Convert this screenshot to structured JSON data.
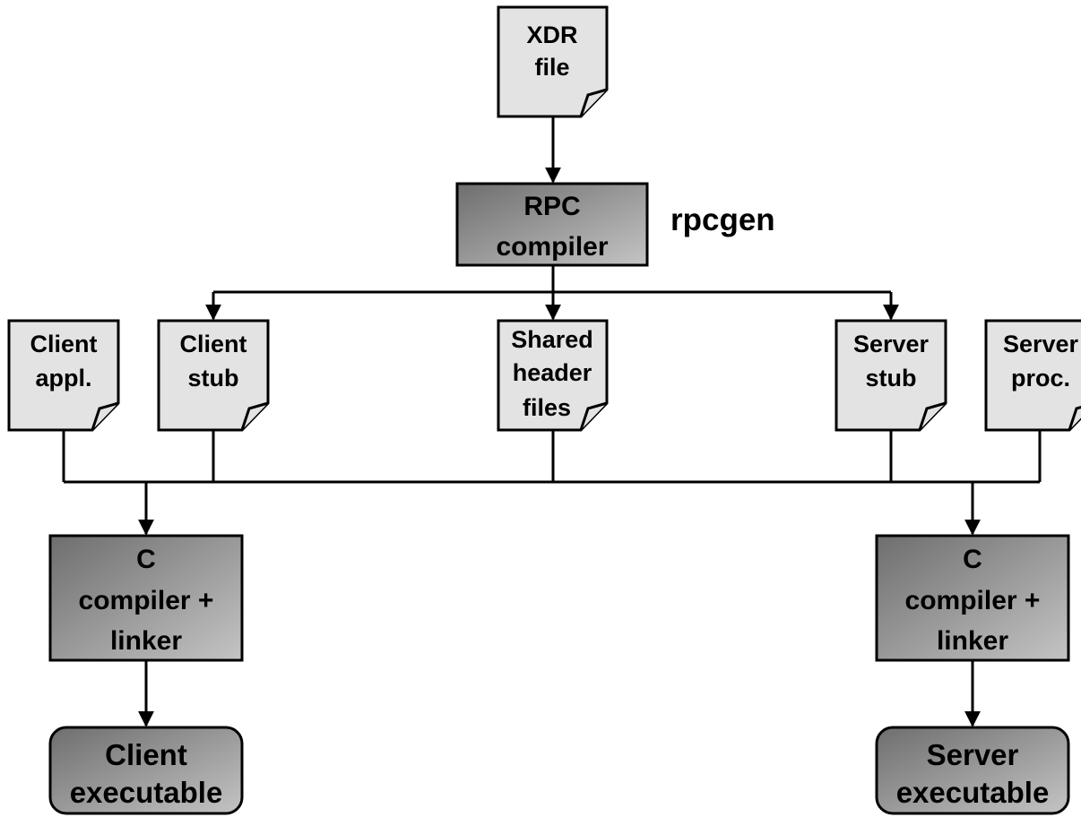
{
  "colors": {
    "document_fill": "#e3e3e3",
    "process_fill_dark": "#7a7a7a",
    "process_fill_light": "#bcbcbc",
    "stroke": "#000000",
    "background": "#ffffff"
  },
  "xdr_file": {
    "line1": "XDR",
    "line2": "file"
  },
  "rpc_compiler": {
    "line1": "RPC",
    "line2": "compiler"
  },
  "rpcgen_label": "rpcgen",
  "client_appl": {
    "line1": "Client",
    "line2": "appl."
  },
  "client_stub": {
    "line1": "Client",
    "line2": "stub"
  },
  "shared_headers": {
    "line1": "Shared",
    "line2": "header",
    "line3": "files"
  },
  "server_stub": {
    "line1": "Server",
    "line2": "stub"
  },
  "server_proc": {
    "line1": "Server",
    "line2": "proc."
  },
  "client_compiler": {
    "line1": "C",
    "line2": "compiler +",
    "line3": "linker"
  },
  "server_compiler": {
    "line1": "C",
    "line2": "compiler +",
    "line3": "linker"
  },
  "client_executable": {
    "line1": "Client",
    "line2": "executable"
  },
  "server_executable": {
    "line1": "Server",
    "line2": "executable"
  }
}
